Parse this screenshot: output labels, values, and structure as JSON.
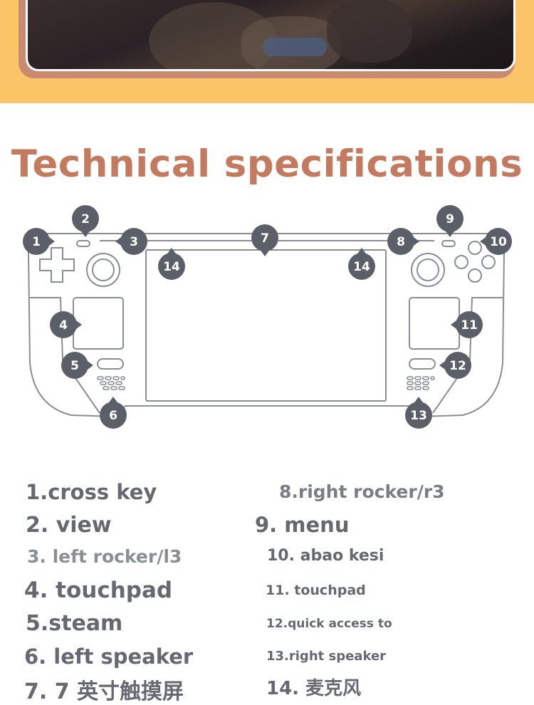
{
  "page": {
    "title": "Technical specifications"
  },
  "markers": [
    "1",
    "2",
    "3",
    "4",
    "5",
    "6",
    "7",
    "8",
    "9",
    "10",
    "11",
    "12",
    "13",
    "14",
    "14"
  ],
  "legend": {
    "left": [
      "1.cross key",
      "2. view",
      "3. left rocker/l3",
      "4. touchpad",
      "5.steam",
      "6. left speaker",
      "7. 7 英寸触摸屏"
    ],
    "right": [
      "8.right rocker/r3",
      "9. menu",
      "10. abao kesi",
      "11. touchpad",
      "12.quick access to",
      "13.right speaker",
      "14. 麦克风"
    ]
  },
  "colors": {
    "banner": "#fbc567",
    "title": "#c47a5e",
    "marker": "#5b6068",
    "outline": "#8a8d91",
    "legend_text": "#666a70"
  }
}
